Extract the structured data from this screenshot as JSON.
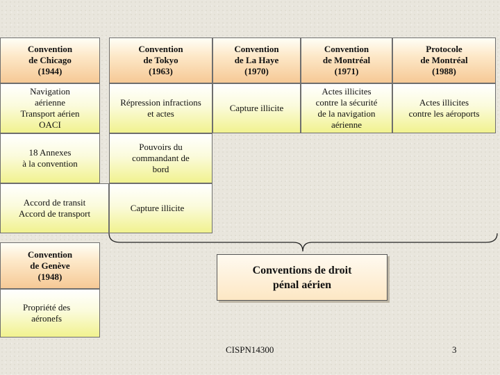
{
  "row1": {
    "chicago": "Convention\nde Chicago\n(1944)",
    "tokyo": "Convention\nde Tokyo\n(1963)",
    "la_haye": "Convention\nde La Haye\n(1970)",
    "montreal_1971": "Convention\nde Montréal\n(1971)",
    "protocole_1988": "Protocole\nde Montréal\n(1988)"
  },
  "row2": {
    "navigation": "Navigation\naérienne\nTransport aérien\nOACI",
    "repression": "Répression infractions\net actes",
    "capture": "Capture illicite",
    "actes_securite": "Actes illicites\ncontre la sécurité\nde la navigation\naérienne",
    "actes_aeroports": "Actes illicites\ncontre les aéroports"
  },
  "row3": {
    "annexes": "18 Annexes\nà la convention",
    "pouvoirs": "Pouvoirs du\ncommandant de\nbord"
  },
  "row4": {
    "accords": "Accord de transit\nAccord de transport",
    "capture": "Capture illicite"
  },
  "geneve": {
    "title": "Convention\nde Genève\n(1948)",
    "propriete": "Propriété des\naéronefs"
  },
  "summary": "Conventions de droit\npénal aérien",
  "footer": {
    "code": "CISPN14300",
    "page": "3"
  }
}
